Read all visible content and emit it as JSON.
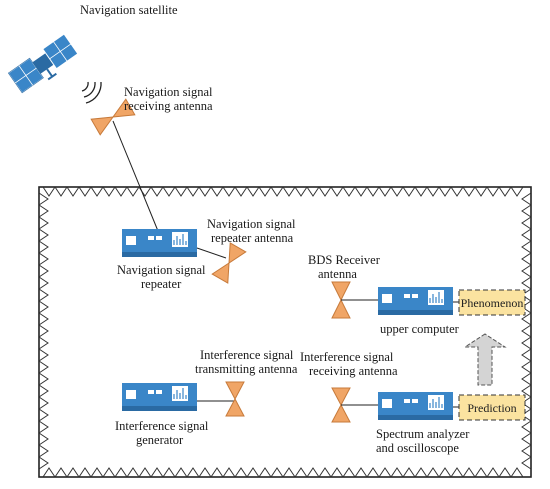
{
  "labels": {
    "nav_satellite": "Navigation satellite",
    "nav_rx_antenna_1": "Navigation signal",
    "nav_rx_antenna_2": "receiving antenna",
    "nav_repeater_antenna_1": "Navigation signal",
    "nav_repeater_antenna_2": "repeater antenna",
    "nav_repeater_1": "Navigation signal",
    "nav_repeater_2": "repeater",
    "bds_antenna_1": "BDS Receiver",
    "bds_antenna_2": "antenna",
    "upper_computer": "upper computer",
    "intf_tx_antenna_1": "Interference signal",
    "intf_tx_antenna_2": "transmitting antenna",
    "intf_generator_1": "Interference signal",
    "intf_generator_2": "generator",
    "intf_rx_antenna_1": "Interference signal",
    "intf_rx_antenna_2": "receiving antenna",
    "spectrum_1": "Spectrum analyzer",
    "spectrum_2": "and oscilloscope"
  },
  "boxes": {
    "phenomenon": "Phenomenon",
    "prediction": "Prediction"
  },
  "colors": {
    "device": "#3a86c8",
    "device_dark": "#2a6aa3",
    "antenna": "#f0a566",
    "antenna_stroke": "#c77a3a",
    "result_box": "#fbe3a0",
    "arrow": "#d4d4d4"
  }
}
